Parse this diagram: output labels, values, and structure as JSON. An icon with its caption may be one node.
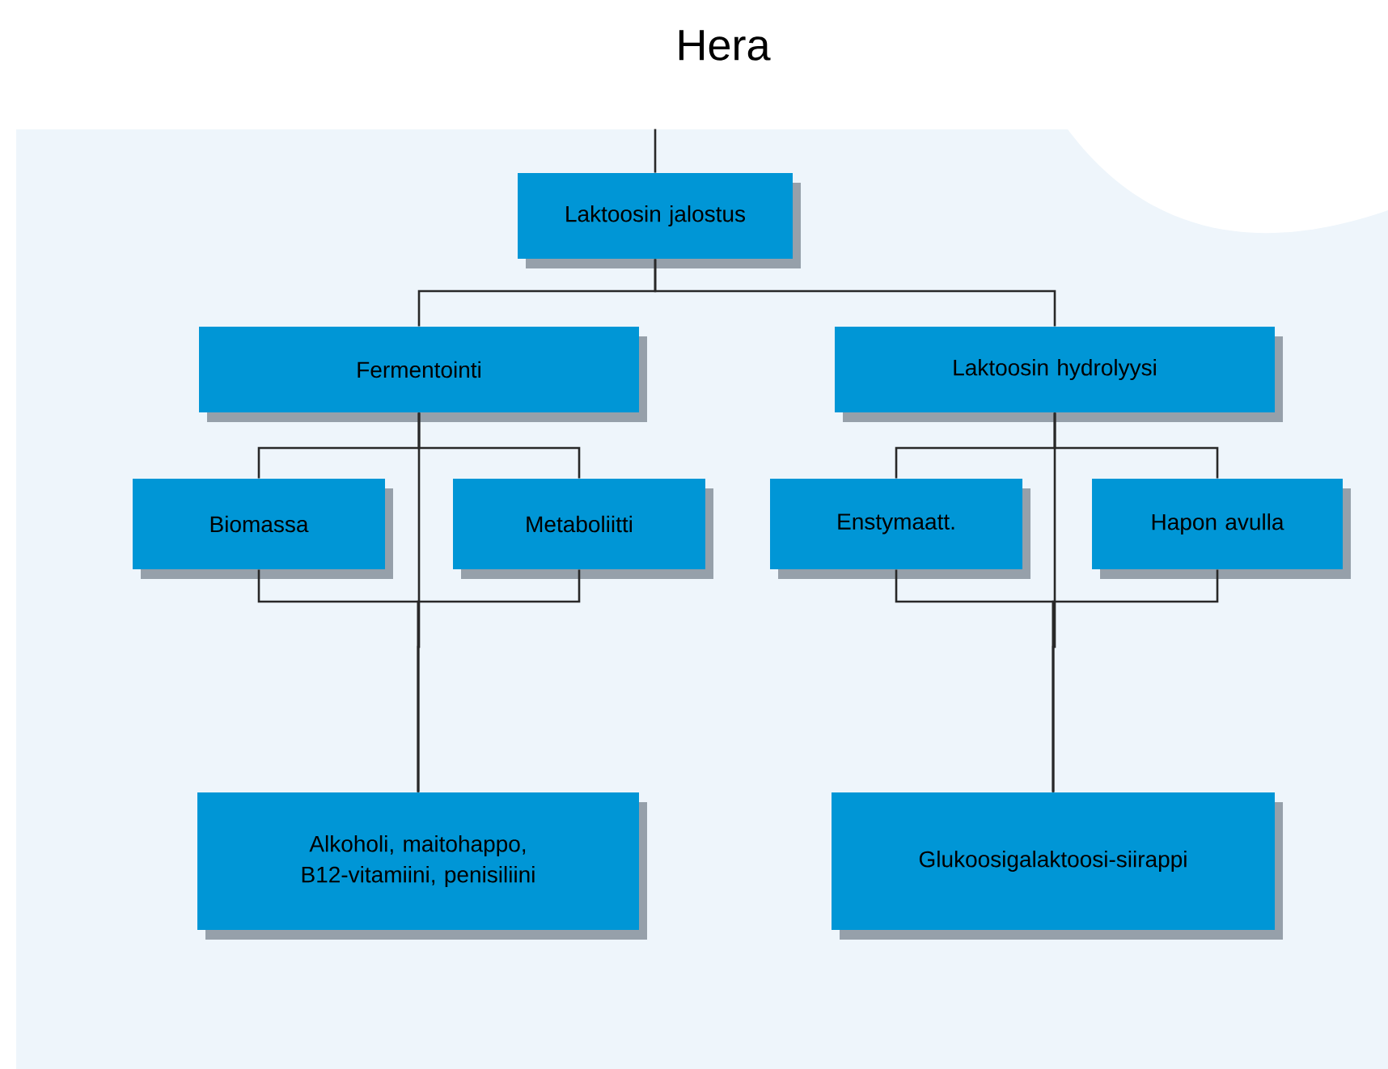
{
  "diagram": {
    "title": "Hera",
    "nodes": [
      {
        "text": [
          "Laktoosin jalostus"
        ]
      },
      {
        "text": [
          "Fermentointi"
        ]
      },
      {
        "text": [
          "Laktoosin hydrolyysi"
        ]
      },
      {
        "text": [
          "Biomassa"
        ]
      },
      {
        "text": [
          "Metaboliitti"
        ]
      },
      {
        "text": [
          "Enstymaatt."
        ]
      },
      {
        "text": [
          "Hapon avulla"
        ]
      },
      {
        "text": [
          "Alkoholi, maitohappo, B12-vitamiini, penisiliini"
        ]
      },
      {
        "text": [
          "Glukoosigalaktoosi-siirappi"
        ]
      }
    ],
    "edges": [
      {
        "from": null,
        "to": 0,
        "arrow": "none"
      },
      {
        "from": 0,
        "to": 1,
        "arrow": "none"
      },
      {
        "from": 0,
        "to": 2,
        "arrow": "none"
      },
      {
        "from": 1,
        "to": 3,
        "arrow": "none"
      },
      {
        "from": 1,
        "to": 4,
        "arrow": "none"
      },
      {
        "from": 1,
        "to": 7,
        "arrow": "none"
      },
      {
        "from": 3,
        "to": 7,
        "arrow": "none"
      },
      {
        "from": 4,
        "to": 7,
        "arrow": "none"
      },
      {
        "from": 2,
        "to": 5,
        "arrow": "none"
      },
      {
        "from": 2,
        "to": 6,
        "arrow": "none"
      },
      {
        "from": 2,
        "to": 8,
        "arrow": "none"
      },
      {
        "from": 5,
        "to": 8,
        "arrow": "none"
      },
      {
        "from": 6,
        "to": 8,
        "arrow": "none"
      }
    ]
  }
}
